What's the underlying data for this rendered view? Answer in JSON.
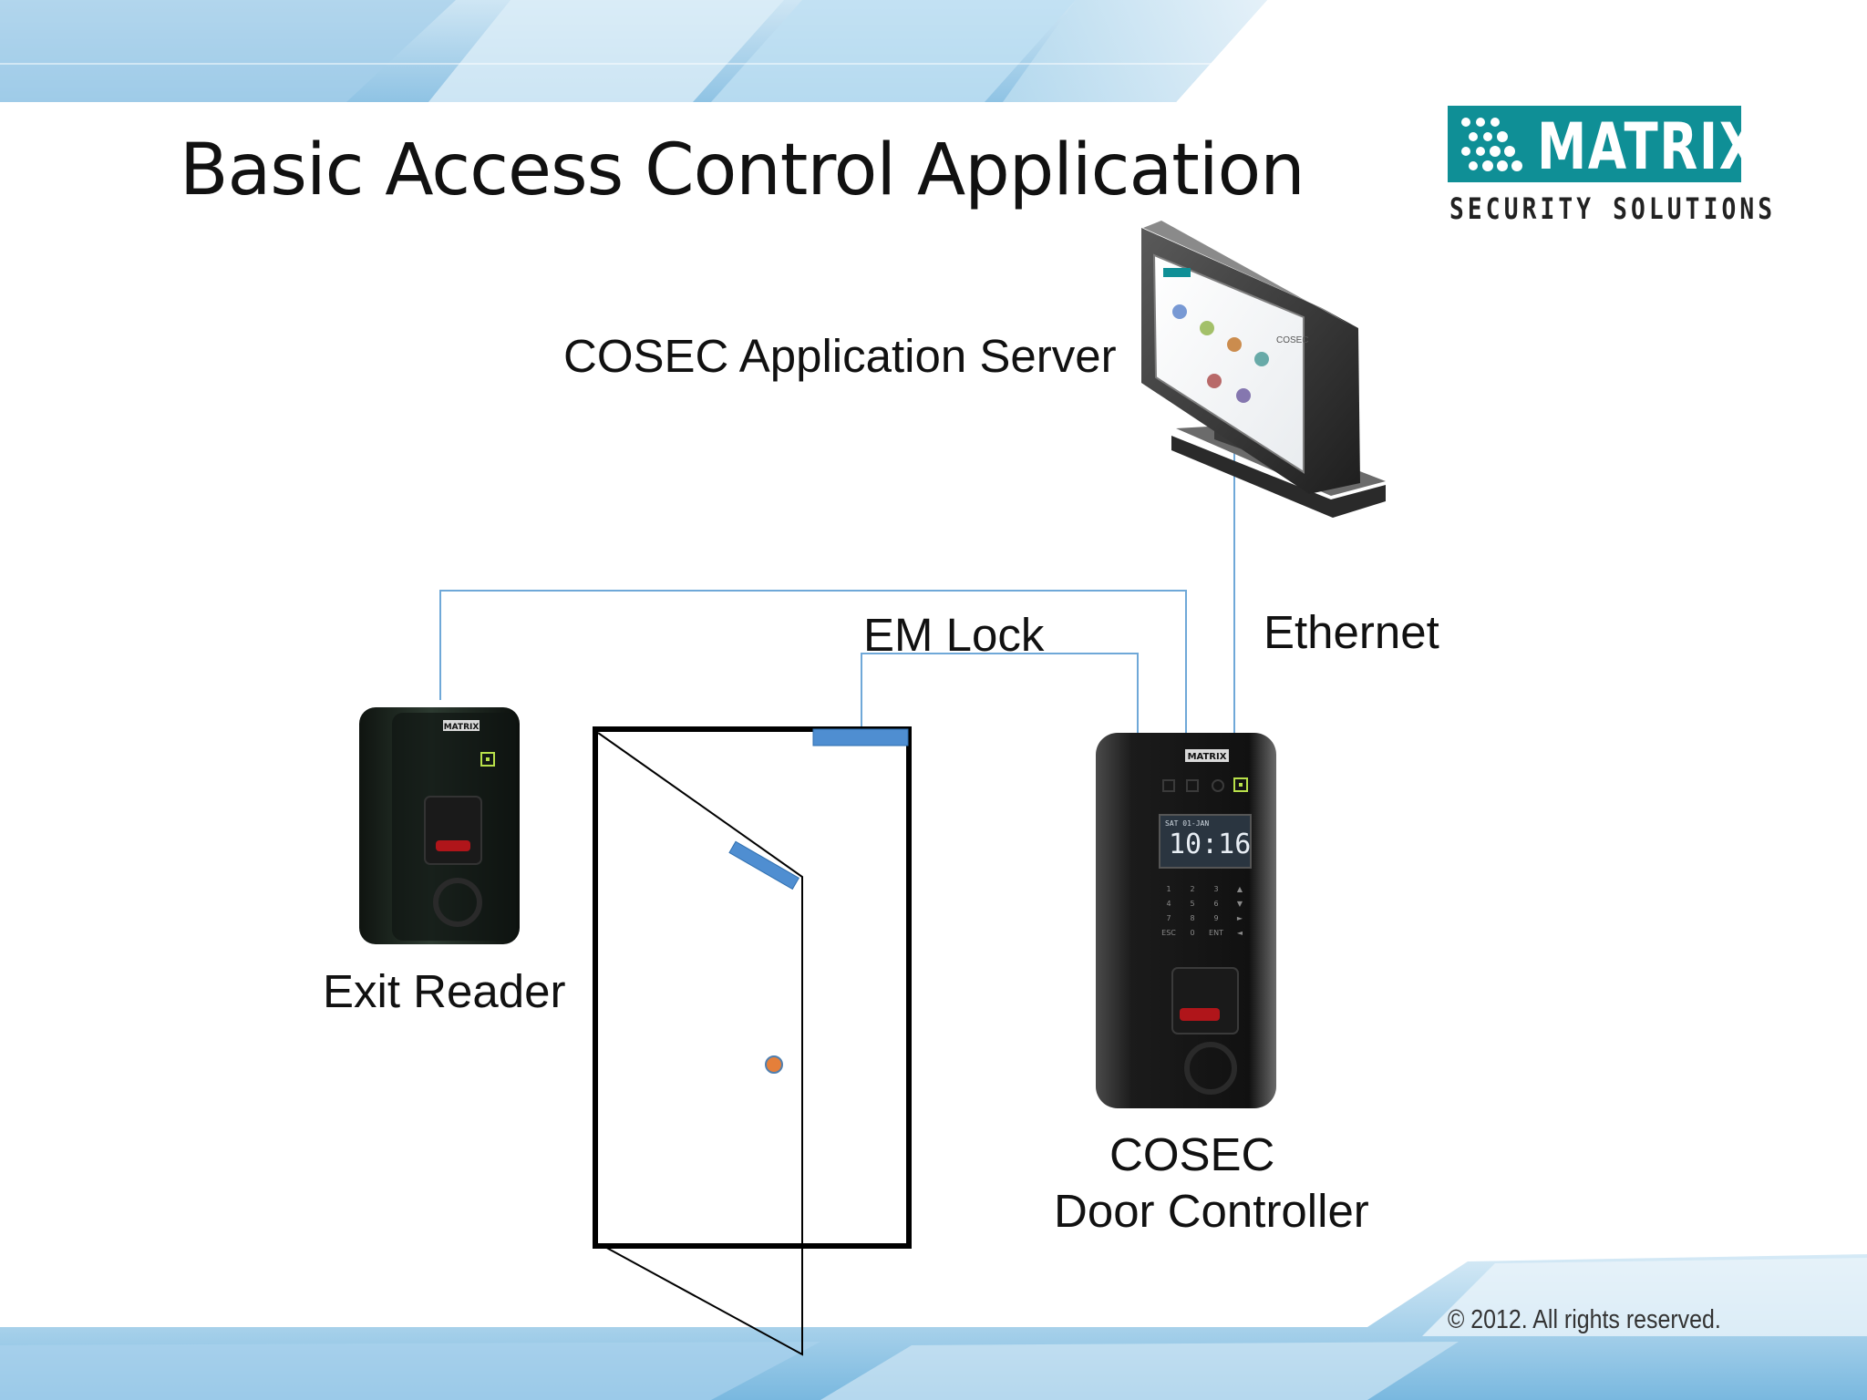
{
  "title": "Basic Access Control Application",
  "logo": {
    "name": "MATRIX",
    "tagline": "SECURITY SOLUTIONS"
  },
  "labels": {
    "server": "COSEC Application Server",
    "em_lock": "EM Lock",
    "ethernet": "Ethernet",
    "exit_reader": "Exit Reader",
    "door_controller_line1": "COSEC",
    "door_controller_line2": "Door Controller"
  },
  "devices": {
    "controller_time": "10:16",
    "controller_date": "SAT 01-JAN",
    "device_brand": "MATRIX",
    "keypad": [
      "1",
      "2",
      "3",
      "▲",
      "4",
      "5",
      "6",
      "▼",
      "7",
      "8",
      "9",
      "►",
      "ESC",
      "0",
      "ENT",
      "◄"
    ],
    "monitor_screen_text": "COSEC"
  },
  "footer": {
    "copyright": "© 2012. All rights reserved."
  },
  "colors": {
    "banner_light": "#dcecf6",
    "banner_mid": "#a7d1ea",
    "banner_dark": "#6fb3dc",
    "connector": "#6fa8d8",
    "lock_bar": "#4f8ed1",
    "handle": "#e57f3a",
    "logo_teal": "#0f8f96"
  }
}
